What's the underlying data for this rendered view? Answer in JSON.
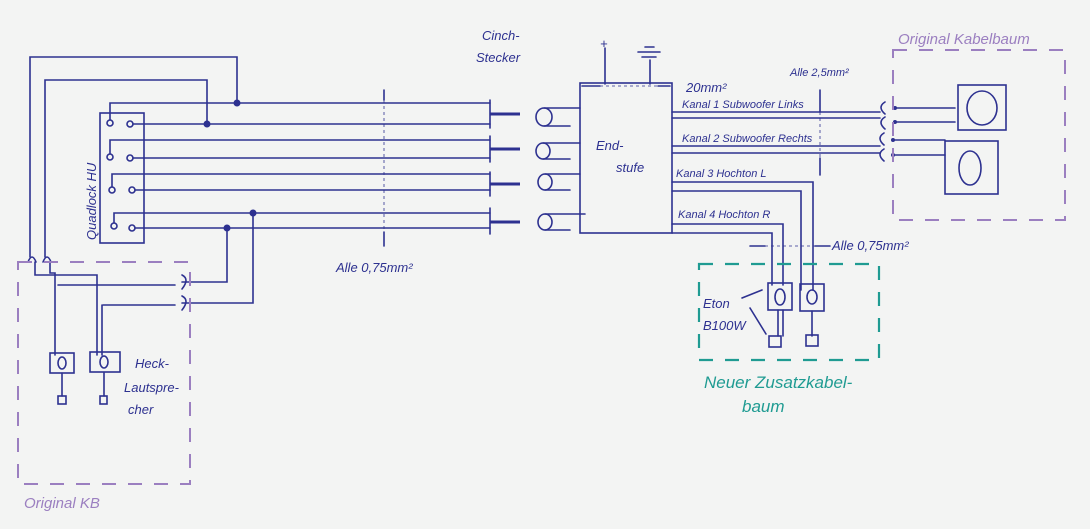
{
  "labels": {
    "quadlock": "Quadlock HU",
    "cinch_1": "Cinch-",
    "cinch_2": "Stecker",
    "plus": "+",
    "power_cable": "20mm²",
    "amp_1": "End-",
    "amp_2": "stufe",
    "alle_25": "Alle 2,5mm²",
    "kanal1": "Kanal 1  Subwoofer Links",
    "kanal2": "Kanal 2  Subwoofer Rechts",
    "kanal3": "Kanal 3  Hochton L",
    "kanal4": "Kanal 4  Hochton R",
    "alle_075": "Alle 0,75mm²",
    "alle_05": "Alle 0,75mm²",
    "eton_1": "Eton",
    "eton_2": "B100W",
    "heck_1": "Heck-",
    "heck_2": "Lautspre-",
    "heck_3": "cher",
    "original_kb": "Original  KB",
    "original_kabelbaum": "Original  Kabelbaum",
    "neuer_1": "Neuer  Zusatzkabel-",
    "neuer_2": "baum"
  },
  "colors": {
    "ink": "#2d3190",
    "original": "#9b7fc0",
    "new": "#1f9b92"
  }
}
